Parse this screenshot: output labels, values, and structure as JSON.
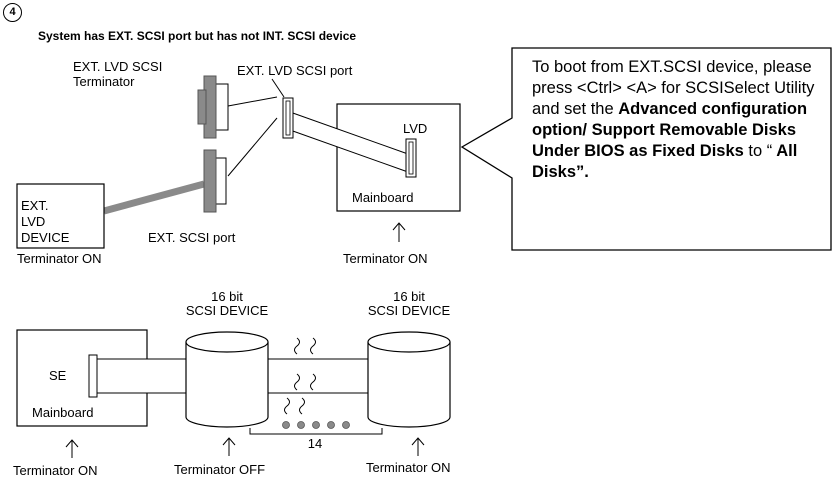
{
  "step": {
    "number": "4"
  },
  "title": "System has  EXT. SCSI port but has not  INT. SCSI device",
  "upper": {
    "terminator_label_1": "EXT. LVD SCSI",
    "terminator_label_2": "Terminator",
    "port_top_label": "EXT. LVD SCSI port",
    "lvd_label": "LVD",
    "mainboard_label": "Mainboard",
    "device_line1": "EXT.",
    "device_line2": "LVD",
    "device_line3": "DEVICE",
    "ext_port_label": "EXT. SCSI port",
    "device_terminator": "Terminator ON",
    "mainboard_terminator": "Terminator ON"
  },
  "callout": {
    "part1": "To boot from EXT.SCSI device, please press <Ctrl> <A> for SCSISelect Utility and set the ",
    "part2_bold": "Advanced configuration option/ Support Removable Disks Under BIOS as Fixed Disks",
    "part3": " to “",
    "part4_bold": " All Disks”."
  },
  "lower": {
    "device1_line1": "16 bit",
    "device1_line2": "SCSI DEVICE",
    "device2_line1": "16 bit",
    "device2_line2": "SCSI DEVICE",
    "se_label": "SE",
    "mainboard_label": "Mainboard",
    "count": "14",
    "mainboard_terminator": "Terminator ON",
    "device1_terminator": "Terminator OFF",
    "device2_terminator": "Terminator ON"
  }
}
